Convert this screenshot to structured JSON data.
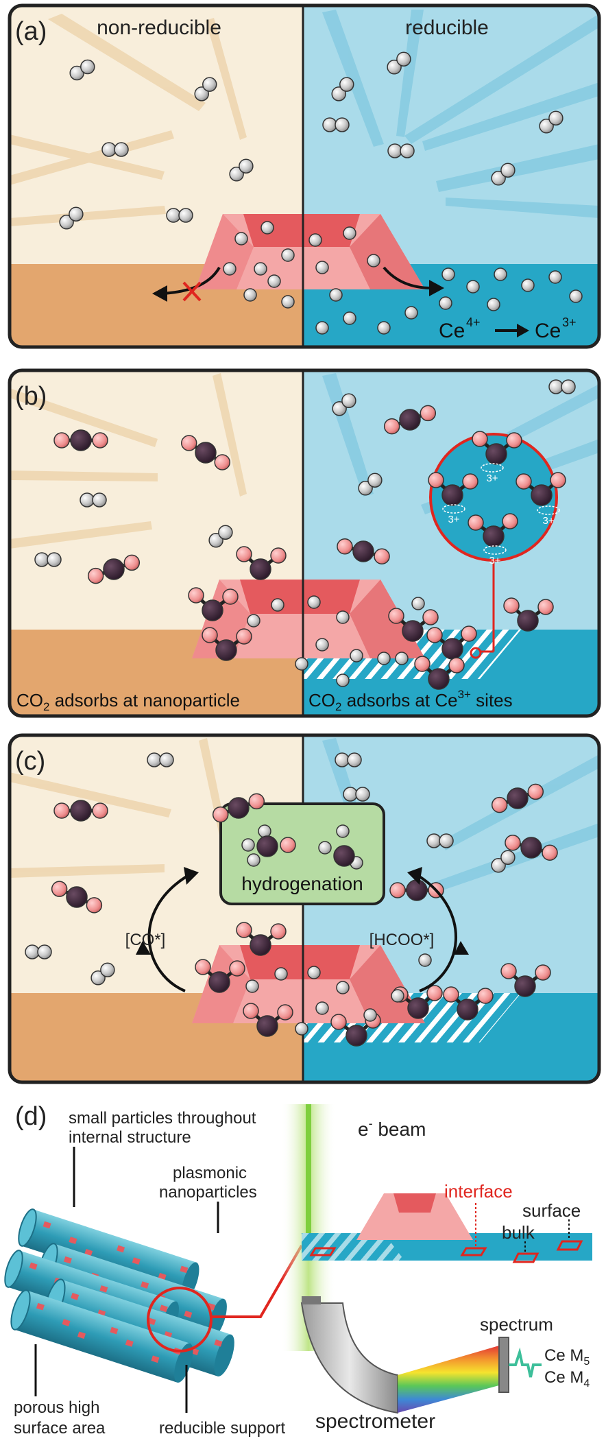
{
  "panels": {
    "a": {
      "letter": "(a)",
      "left_title": "non-reducible",
      "right_title": "reducible",
      "ce4": "Ce",
      "ce4_sup": "4+",
      "ce3": "Ce",
      "ce3_sup": "3+"
    },
    "b": {
      "letter": "(b)",
      "caption_left_prefix": "CO",
      "caption_left_sub": "2",
      "caption_left_suffix": " adsorbs at nanoparticle",
      "caption_right_prefix": "CO",
      "caption_right_sub": "2",
      "caption_right_mid": " adsorbs at Ce",
      "caption_right_sup": "3+",
      "caption_right_suffix": " sites",
      "site_label": "3+"
    },
    "c": {
      "letter": "(c)",
      "hydrogenation": "hydrogenation",
      "co_label": "[CO*]",
      "hcoo_label": "[HCOO*]"
    },
    "d": {
      "letter": "(d)",
      "small_particles_line1": "small particles throughout",
      "small_particles_line2": "internal structure",
      "plasmonic_line1": "plasmonic",
      "plasmonic_line2": "nanoparticles",
      "porous_line1": "porous high",
      "porous_line2": "surface area",
      "reducible_support": "reducible support",
      "beam_prefix": "e",
      "beam_sup": "-",
      "beam_suffix": " beam",
      "interface": "interface",
      "surface": "surface",
      "bulk": "bulk",
      "spectrum": "spectrum",
      "spectrometer": "spectrometer",
      "ce_m5": "Ce M",
      "ce_m5_sub": "5",
      "ce_m4": "Ce M",
      "ce_m4_sub": "4"
    }
  },
  "colors": {
    "cream": "#f8eedb",
    "tan": "#e3a66e",
    "light_blue": "#aadbea",
    "deep_blue": "#26a7c6",
    "particle_pink": "#f29b9b",
    "particle_red": "#e45a5e",
    "carbon": "#3a2436",
    "oxygen": "#ee8f8f",
    "hydrogen": "#c8c8c8",
    "green_box": "#b6dba3",
    "highlight_red": "#e0261f"
  }
}
